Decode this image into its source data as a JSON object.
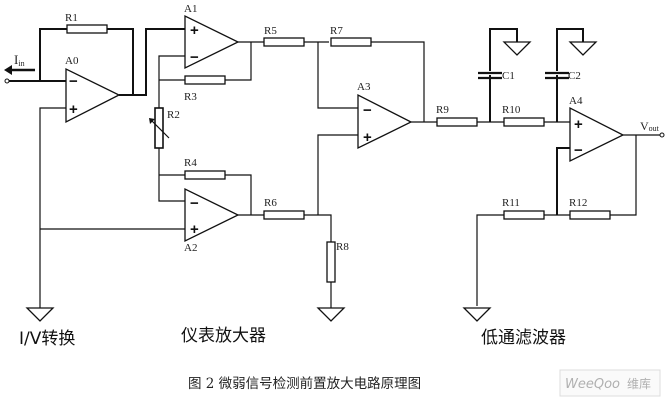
{
  "diagram": {
    "type": "circuit-schematic",
    "caption": "图 2  微弱信号检测前置放大电路原理图",
    "sections": {
      "iv": "I/V转换",
      "inamp": "仪表放大器",
      "lpf": "低通滤波器"
    },
    "input_label": "I",
    "input_sub": "in",
    "output_label": "V",
    "output_sub": "out",
    "opamps": {
      "a0": "A0",
      "a1": "A1",
      "a2": "A2",
      "a3": "A3",
      "a4": "A4"
    },
    "resistors": {
      "r1": "R1",
      "r2": "R2",
      "r3": "R3",
      "r4": "R4",
      "r5": "R5",
      "r6": "R6",
      "r7": "R7",
      "r8": "R8",
      "r9": "R9",
      "r10": "R10",
      "r11": "R11",
      "r12": "R12"
    },
    "capacitors": {
      "c1": "C1",
      "c2": "C2"
    },
    "signs": {
      "plus": "+",
      "minus": "−"
    },
    "watermark": {
      "brand": "WeeQoo",
      "suffix": "维库"
    }
  }
}
